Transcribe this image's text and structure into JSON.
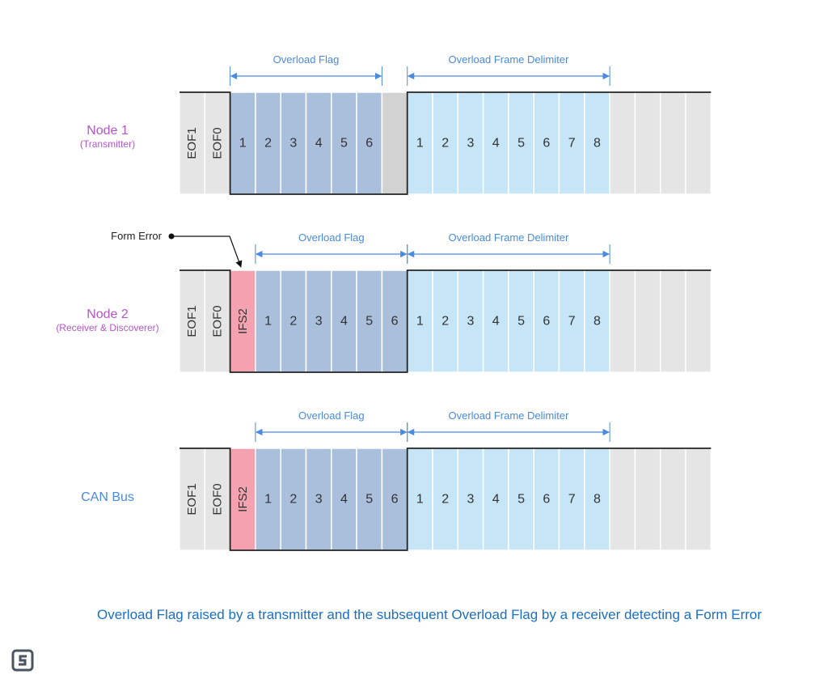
{
  "rows": [
    {
      "id": "node1",
      "name": "Node 1",
      "subtitle": "(Transmitter)",
      "name_color": "#b455c8",
      "leading_fields": [
        "EOF1",
        "EOF0"
      ],
      "error_field": null,
      "overload_flag_cells": [
        "1",
        "2",
        "3",
        "4",
        "5",
        "6"
      ],
      "gap_cell": true,
      "delimiter_cells": [
        "1",
        "2",
        "3",
        "4",
        "5",
        "6",
        "7",
        "8"
      ],
      "flag_label": "Overload Flag",
      "delimiter_label": "Overload Frame Delimiter"
    },
    {
      "id": "node2",
      "name": "Node 2",
      "subtitle": "(Receiver & Discoverer)",
      "name_color": "#b455c8",
      "leading_fields": [
        "EOF1",
        "EOF0"
      ],
      "error_field": "IFS2",
      "overload_flag_cells": [
        "1",
        "2",
        "3",
        "4",
        "5",
        "6"
      ],
      "gap_cell": false,
      "delimiter_cells": [
        "1",
        "2",
        "3",
        "4",
        "5",
        "6",
        "7",
        "8"
      ],
      "flag_label": "Overload Flag",
      "delimiter_label": "Overload Frame Delimiter"
    },
    {
      "id": "canbus",
      "name": "CAN Bus",
      "subtitle": "",
      "name_color": "#4a8ae0",
      "leading_fields": [
        "EOF1",
        "EOF0"
      ],
      "error_field": "IFS2",
      "overload_flag_cells": [
        "1",
        "2",
        "3",
        "4",
        "5",
        "6"
      ],
      "gap_cell": false,
      "delimiter_cells": [
        "1",
        "2",
        "3",
        "4",
        "5",
        "6",
        "7",
        "8"
      ],
      "flag_label": "Overload Flag",
      "delimiter_label": "Overload Frame Delimiter"
    }
  ],
  "annotation": {
    "form_error": "Form Error"
  },
  "caption": "Overload Flag raised by a transmitter and the subsequent Overload Flag by a receiver detecting a Form Error",
  "colors": {
    "idle_fill": "#e5e5e5",
    "flag_fill": "#aabfdc",
    "delimiter_fill": "#c6e5f6",
    "error_fill": "#f4a2b0",
    "gap_fill": "#d2d2d2",
    "arrow": "#4a8ae0",
    "label_blue": "#4a8ae0",
    "caption_blue": "#1a6fc4"
  },
  "logo": {
    "icon": "css-electronics-logo-icon"
  }
}
